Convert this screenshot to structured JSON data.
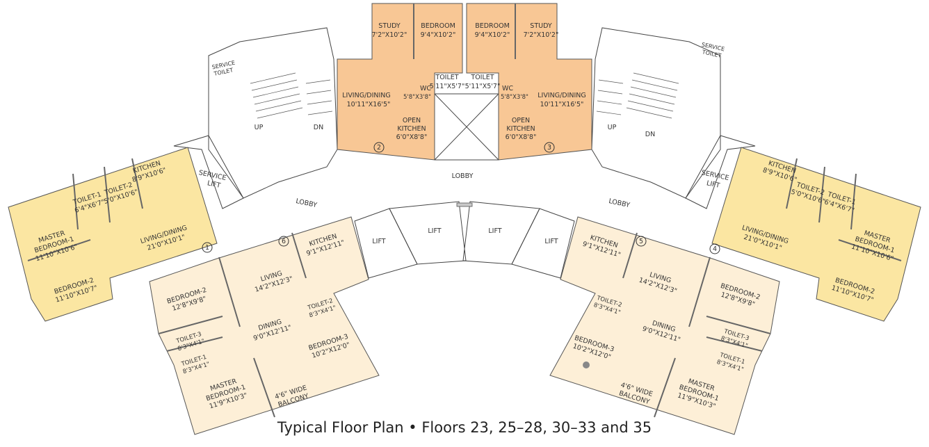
{
  "colors": {
    "unit_yellow": "#fbe6a2",
    "unit_orange": "#f8c795",
    "unit_cream": "#fdefd7",
    "wall": "#c9c9c9"
  },
  "caption": "Typical Floor Plan • Floors 23, 25–28, 30–33 and 35",
  "common": {
    "lobby_center": "LOBBY",
    "lobby_left": "LOBBY",
    "lobby_right": "LOBBY",
    "lift": "LIFT",
    "service_lift": "SERVICE",
    "service_lift_2": "LIFT",
    "service_toilet_1": "SERVICE",
    "service_toilet_2": "TOILET",
    "up": "UP",
    "dn": "DN"
  },
  "units": {
    "u1": {
      "no": "1",
      "rooms": [
        {
          "name": "MASTER",
          "name2": "BEDROOM-1",
          "dims": "11'10\"X10'6\""
        },
        {
          "name": "TOILET-1",
          "dims": "6'4\"X6'7\""
        },
        {
          "name": "TOILET-2",
          "dims": "5'0\"X10'6\""
        },
        {
          "name": "KITCHEN",
          "dims": "8'9\"X10'6\""
        },
        {
          "name": "LIVING/DINING",
          "dims": "21'0\"X10'1\""
        },
        {
          "name": "BEDROOM-2",
          "dims": "11'10\"X10'7\""
        }
      ]
    },
    "u2": {
      "no": "2",
      "rooms": [
        {
          "name": "STUDY",
          "dims": "7'2\"X10'2\""
        },
        {
          "name": "BEDROOM",
          "dims": "9'4\"X10'2\""
        },
        {
          "name": "TOILET",
          "dims": "5'11\"X5'7\""
        },
        {
          "name": "WC",
          "dims": "5'8\"X3'8\""
        },
        {
          "name": "LIVING/DINING",
          "dims": "10'11\"X16'5\""
        },
        {
          "name": "OPEN",
          "name2": "KITCHEN",
          "dims": "6'0\"X8'8\""
        }
      ]
    },
    "u3": {
      "no": "3",
      "rooms": [
        {
          "name": "STUDY",
          "dims": "7'2\"X10'2\""
        },
        {
          "name": "BEDROOM",
          "dims": "9'4\"X10'2\""
        },
        {
          "name": "TOILET",
          "dims": "5'11\"X5'7\""
        },
        {
          "name": "WC",
          "dims": "5'8\"X3'8\""
        },
        {
          "name": "LIVING/DINING",
          "dims": "10'11\"X16'5\""
        },
        {
          "name": "OPEN",
          "name2": "KITCHEN",
          "dims": "6'0\"X8'8\""
        }
      ]
    },
    "u4": {
      "no": "4",
      "rooms": [
        {
          "name": "MASTER",
          "name2": "BEDROOM-1",
          "dims": "11'10\"X10'6\""
        },
        {
          "name": "TOILET-1",
          "dims": "6'4\"X6'7\""
        },
        {
          "name": "TOILET-2",
          "dims": "5'0\"X10'6\""
        },
        {
          "name": "KITCHEN",
          "dims": "8'9\"X10'6\""
        },
        {
          "name": "LIVING/DINING",
          "dims": "21'0\"X10'1\""
        },
        {
          "name": "BEDROOM-2",
          "dims": "11'10\"X10'7\""
        }
      ]
    },
    "u5": {
      "no": "5",
      "rooms": [
        {
          "name": "KITCHEN",
          "dims": "9'1\"X12'11\""
        },
        {
          "name": "LIVING",
          "dims": "14'2\"X12'3\""
        },
        {
          "name": "DINING",
          "dims": "9'0\"X12'11\""
        },
        {
          "name": "BEDROOM-2",
          "dims": "12'8\"X9'8\""
        },
        {
          "name": "TOILET-2",
          "dims": "8'3\"X4'1\""
        },
        {
          "name": "BEDROOM-3",
          "dims": "10'2\"X12'0\""
        },
        {
          "name": "TOILET-3",
          "dims": "8'3\"X4'1\""
        },
        {
          "name": "TOILET-1",
          "dims": "8'3\"X4'1\""
        },
        {
          "name": "MASTER",
          "name2": "BEDROOM-1",
          "dims": "11'9\"X10'3\""
        },
        {
          "name": "4'6\" WIDE",
          "dims": "BALCONY"
        }
      ]
    },
    "u6": {
      "no": "6",
      "rooms": [
        {
          "name": "KITCHEN",
          "dims": "9'1\"X12'11\""
        },
        {
          "name": "LIVING",
          "dims": "14'2\"X12'3\""
        },
        {
          "name": "DINING",
          "dims": "9'0\"X12'11\""
        },
        {
          "name": "BEDROOM-2",
          "dims": "12'8\"X9'8\""
        },
        {
          "name": "TOILET-2",
          "dims": "8'3\"X4'1\""
        },
        {
          "name": "BEDROOM-3",
          "dims": "10'2\"X12'0\""
        },
        {
          "name": "TOILET-3",
          "dims": "8'3\"X4'1\""
        },
        {
          "name": "TOILET-1",
          "dims": "8'3\"X4'1\""
        },
        {
          "name": "MASTER",
          "name2": "BEDROOM-1",
          "dims": "11'9\"X10'3\""
        },
        {
          "name": "4'6\" WIDE",
          "dims": "BALCONY"
        }
      ]
    }
  }
}
